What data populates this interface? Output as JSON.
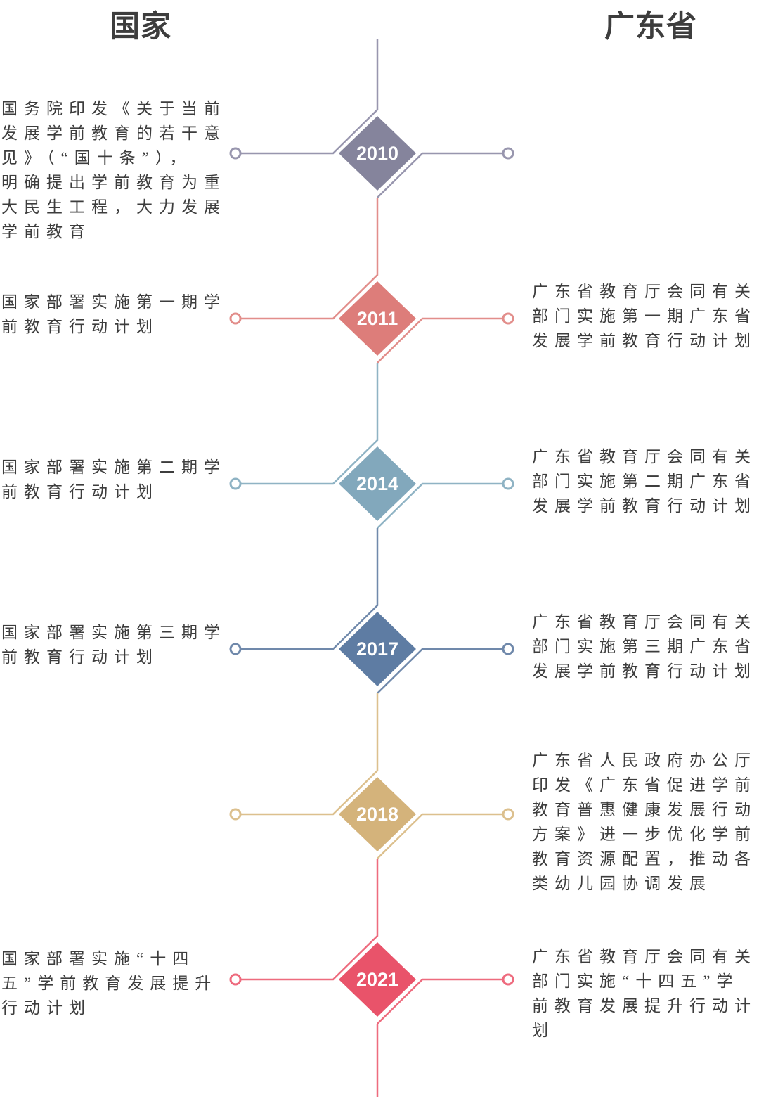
{
  "headers": {
    "left": "国家",
    "right": "广东省"
  },
  "timeline": {
    "nodes": [
      {
        "year": "2010",
        "color": "#85849c",
        "line_color": "#9896ae",
        "left_text": "国务院印发《关于当前\n发展学前教育的若干意\n见》（“国十条”），\n明确提出学前教育为重\n大民生工程，大力发展\n学前教育"
      },
      {
        "year": "2011",
        "color": "#dd7d7a",
        "line_color": "#e28e8b",
        "left_text": "国家部署实施第一期学\n前教育行动计划",
        "right_text": "广东省教育厅会同有关\n部门实施第一期广东省\n发展学前教育行动计划"
      },
      {
        "year": "2014",
        "color": "#82a8bc",
        "line_color": "#8fb3c4",
        "left_text": "国家部署实施第二期学\n前教育行动计划",
        "right_text": "广东省教育厅会同有关\n部门实施第二期广东省\n发展学前教育行动计划"
      },
      {
        "year": "2017",
        "color": "#5e7ca3",
        "line_color": "#7089ab",
        "left_text": "国家部署实施第三期学\n前教育行动计划",
        "right_text": "广东省教育厅会同有关\n部门实施第三期广东省\n发展学前教育行动计划"
      },
      {
        "year": "2018",
        "color": "#d4b37b",
        "line_color": "#dcc08e",
        "right_text": "广东省人民政府办公厅\n印发《广东省促进学前\n教育普惠健康发展行动\n方案》进一步优化学前\n教育资源配置，推动各\n类幼儿园协调发展"
      },
      {
        "year": "2021",
        "color": "#e9536a",
        "line_color": "#ee6b7e",
        "left_text": "国家部署实施“十四\n五”学前教育发展提升\n行动计划",
        "right_text": "广东省教育厅会同有关\n部门实施“十四五”学\n前教育发展提升行动计\n划"
      }
    ]
  }
}
